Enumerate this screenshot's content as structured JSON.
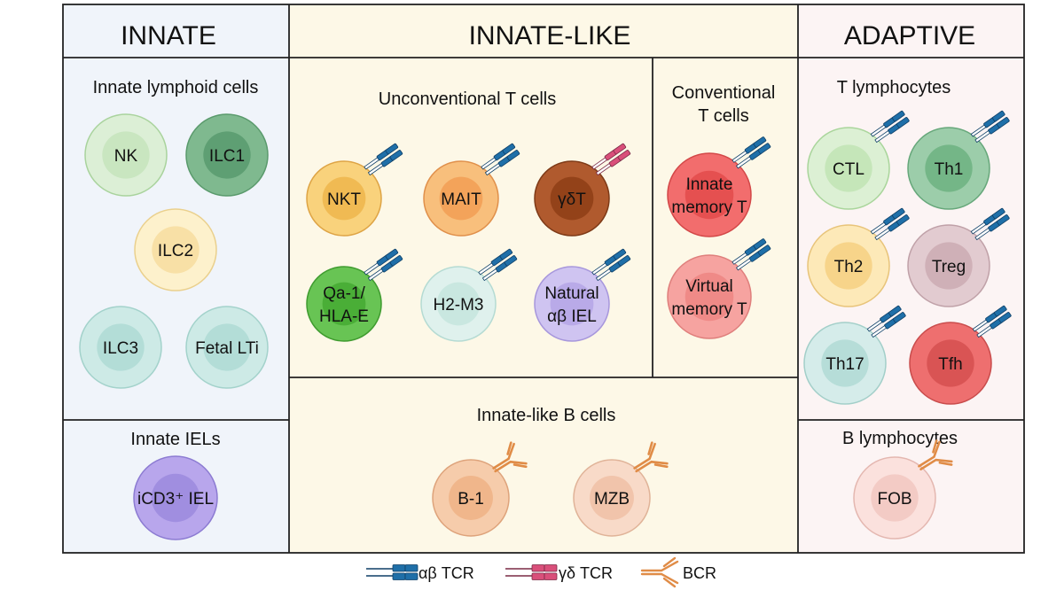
{
  "columns": [
    {
      "key": "innate",
      "title": "INNATE"
    },
    {
      "key": "innate_like",
      "title": "INNATE-LIKE"
    },
    {
      "key": "adaptive",
      "title": "ADAPTIVE"
    }
  ],
  "sections": {
    "innate_lymphoid_cells": [
      "Innate lymphoid cells"
    ],
    "innate_iels": [
      "Innate IELs"
    ],
    "unconventional_t": [
      "Unconventional T cells"
    ],
    "conventional_t": [
      "Conventional",
      "T cells"
    ],
    "innate_like_b": [
      "Innate-like B cells"
    ],
    "t_lymphocytes": [
      "T lymphocytes"
    ],
    "b_lymphocytes": [
      "B lymphocytes"
    ]
  },
  "cells": [
    {
      "id": "nk",
      "lines": [
        "NK"
      ],
      "fill": "#dcefd6",
      "inner": "#c9e6c0",
      "stroke": "#a9d39d",
      "receptor": ""
    },
    {
      "id": "ilc1",
      "lines": [
        "ILC1"
      ],
      "fill": "#7fb98f",
      "inner": "#5e9f73",
      "stroke": "#5a9a6c",
      "receptor": ""
    },
    {
      "id": "ilc2",
      "lines": [
        "ILC2"
      ],
      "fill": "#fdf1cc",
      "inner": "#f8e0a6",
      "stroke": "#ead08d",
      "receptor": ""
    },
    {
      "id": "ilc3",
      "lines": [
        "ILC3"
      ],
      "fill": "#cdeae6",
      "inner": "#b3ddd7",
      "stroke": "#a3d2cb",
      "receptor": ""
    },
    {
      "id": "fetal_lti",
      "lines": [
        "Fetal LTi"
      ],
      "fill": "#cdeae6",
      "inner": "#b3ddd7",
      "stroke": "#a3d2cb",
      "receptor": ""
    },
    {
      "id": "icd3_iel",
      "lines": [
        "iCD3⁺ IEL"
      ],
      "fill": "#b8a6ec",
      "inner": "#a08ee0",
      "stroke": "#8c7bd2",
      "receptor": ""
    },
    {
      "id": "nkt",
      "lines": [
        "NKT"
      ],
      "fill": "#f9d27c",
      "inner": "#f0ba53",
      "stroke": "#dea445",
      "receptor": "ab_tcr"
    },
    {
      "id": "mait",
      "lines": [
        "MAIT"
      ],
      "fill": "#f8bf7c",
      "inner": "#f3a35a",
      "stroke": "#e0904b",
      "receptor": "ab_tcr"
    },
    {
      "id": "gdt",
      "lines": [
        "γδT"
      ],
      "fill": "#b05a2e",
      "inner": "#934219",
      "stroke": "#7e3a17",
      "receptor": "gd_tcr"
    },
    {
      "id": "qa1",
      "lines": [
        "Qa-1/",
        "HLA-E"
      ],
      "fill": "#68c454",
      "inner": "#4aae37",
      "stroke": "#3f9b2f",
      "receptor": "ab_tcr"
    },
    {
      "id": "h2m3",
      "lines": [
        "H2-M3"
      ],
      "fill": "#dff1ed",
      "inner": "#c9e7e0",
      "stroke": "#b5dbd3",
      "receptor": "ab_tcr"
    },
    {
      "id": "natural_iel",
      "lines": [
        "Natural",
        "αβ IEL"
      ],
      "fill": "#cfc4f1",
      "inner": "#b9aae8",
      "stroke": "#a797dc",
      "receptor": "ab_tcr"
    },
    {
      "id": "innate_mem_t",
      "lines": [
        "Innate",
        "memory T"
      ],
      "fill": "#f26d6d",
      "inner": "#e55050",
      "stroke": "#d34848",
      "receptor": "ab_tcr"
    },
    {
      "id": "virtual_mem_t",
      "lines": [
        "Virtual",
        "memory T"
      ],
      "fill": "#f6a3a0",
      "inner": "#ef8a87",
      "stroke": "#df7f7c",
      "receptor": "ab_tcr"
    },
    {
      "id": "b1",
      "lines": [
        "B-1"
      ],
      "fill": "#f6ccab",
      "inner": "#f0b68b",
      "stroke": "#dea37b",
      "receptor": "bcr"
    },
    {
      "id": "mzb",
      "lines": [
        "MZB"
      ],
      "fill": "#f8dac8",
      "inner": "#f1c4ab",
      "stroke": "#e0b398",
      "receptor": "bcr"
    },
    {
      "id": "ctl",
      "lines": [
        "CTL"
      ],
      "fill": "#dcf0d4",
      "inner": "#c5e6b9",
      "stroke": "#a9d59b",
      "receptor": "ab_tcr"
    },
    {
      "id": "th1",
      "lines": [
        "Th1"
      ],
      "fill": "#9ccdaa",
      "inner": "#74b687",
      "stroke": "#66a77a",
      "receptor": "ab_tcr"
    },
    {
      "id": "th2",
      "lines": [
        "Th2"
      ],
      "fill": "#fde9b8",
      "inner": "#f7d48a",
      "stroke": "#e8c47a",
      "receptor": "ab_tcr"
    },
    {
      "id": "treg",
      "lines": [
        "Treg"
      ],
      "fill": "#e2cbd0",
      "inner": "#cfb0b7",
      "stroke": "#c0a1a8",
      "receptor": "ab_tcr"
    },
    {
      "id": "th17",
      "lines": [
        "Th17"
      ],
      "fill": "#d5ecea",
      "inner": "#b6ddd8",
      "stroke": "#a3cfc9",
      "receptor": "ab_tcr"
    },
    {
      "id": "tfh",
      "lines": [
        "Tfh"
      ],
      "fill": "#ee6f6f",
      "inner": "#d95454",
      "stroke": "#c94c4c",
      "receptor": "ab_tcr"
    },
    {
      "id": "fob",
      "lines": [
        "FOB"
      ],
      "fill": "#fbe1dd",
      "inner": "#f3cbc5",
      "stroke": "#e4b7b0",
      "receptor": "bcr"
    }
  ],
  "legend": [
    {
      "key": "ab_tcr",
      "label": "αβ TCR"
    },
    {
      "key": "gd_tcr",
      "label": "γδ TCR"
    },
    {
      "key": "bcr",
      "label": "BCR"
    }
  ],
  "colors": {
    "innate_bg": "#f0f4fa",
    "innate_like_bg": "#fdf8e7",
    "adaptive_bg": "#fcf4f4",
    "border": "#222222",
    "ab_tcr": "#1f6fa8",
    "ab_tcr_dark": "#0f3f66",
    "gd_tcr": "#d94f7a",
    "gd_tcr_dark": "#7a2a45",
    "bcr": "#e08c47"
  }
}
